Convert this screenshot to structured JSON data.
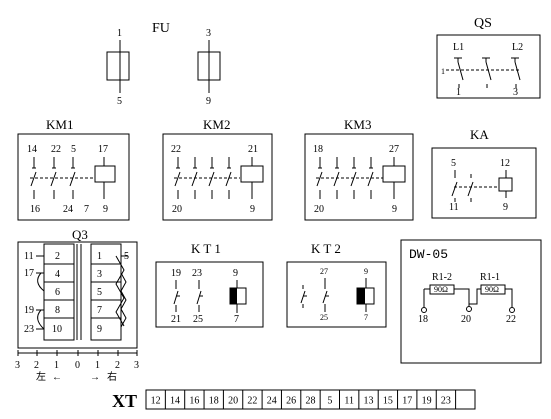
{
  "fu": {
    "title": "FU",
    "fuse_left": {
      "top": "1",
      "bottom": "5"
    },
    "fuse_right": {
      "top": "3",
      "bottom": "9"
    }
  },
  "qs": {
    "title": "QS",
    "l1": "L1",
    "l2": "L2",
    "left_mark": "1",
    "bottom_left": "1",
    "bottom_right": "3"
  },
  "km1": {
    "title": "KM1",
    "top": [
      "14",
      "22",
      "5",
      "17"
    ],
    "bottom": [
      "16",
      "24",
      "7",
      "9"
    ]
  },
  "km2": {
    "title": "KM2",
    "top": [
      "22",
      "21"
    ],
    "bottom": [
      "20",
      "9"
    ]
  },
  "km3": {
    "title": "KM3",
    "top": [
      "18",
      "27"
    ],
    "bottom": [
      "20",
      "9"
    ]
  },
  "ka": {
    "title": "KA",
    "top": [
      "5",
      "12"
    ],
    "bottom": [
      "11",
      "9"
    ]
  },
  "q3": {
    "title": "Q3",
    "left_terms": [
      "11",
      "17",
      "19",
      "23"
    ],
    "cells_left": [
      "2",
      "4",
      "6",
      "8",
      "10"
    ],
    "cells_right": [
      "1",
      "3",
      "5",
      "7",
      "9"
    ],
    "right_term": "5",
    "scale": [
      "3",
      "2",
      "1",
      "0",
      "1",
      "2",
      "3"
    ],
    "dir_left": "左",
    "dir_right": "右",
    "arrow_left": "←",
    "arrow_right": "→"
  },
  "kt1": {
    "title": "KT1",
    "top": [
      "19",
      "23",
      "9"
    ],
    "bottom": [
      "21",
      "25",
      "7"
    ]
  },
  "kt2": {
    "title": "KT2",
    "top": [
      "27",
      "9"
    ],
    "bottom": [
      "25",
      "7"
    ]
  },
  "dw": {
    "title": "DW-05",
    "r_left": {
      "name": "R1-2",
      "value": "90Ω"
    },
    "r_right": {
      "name": "R1-1",
      "value": "90Ω"
    },
    "terms": [
      "18",
      "20",
      "22"
    ]
  },
  "xt": {
    "label": "XT",
    "cells": [
      "12",
      "14",
      "16",
      "18",
      "20",
      "22",
      "24",
      "26",
      "28",
      "5",
      "11",
      "13",
      "15",
      "17",
      "19",
      "23",
      ""
    ]
  }
}
